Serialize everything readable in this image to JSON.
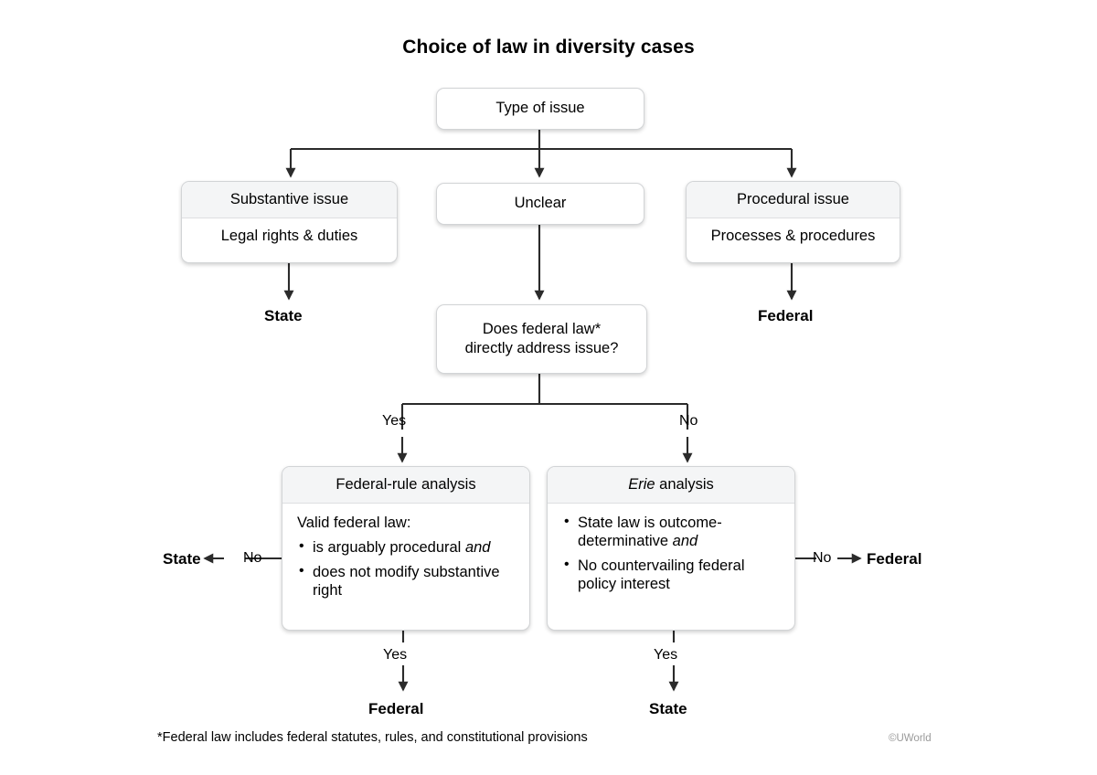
{
  "title": "Choice of law in diversity cases",
  "nodes": {
    "root": {
      "label": "Type of issue"
    },
    "substantive": {
      "header": "Substantive issue",
      "body": "Legal rights & duties"
    },
    "unclear": {
      "label": "Unclear"
    },
    "procedural": {
      "header": "Procedural issue",
      "body": "Processes & procedures"
    },
    "decision": {
      "line1": "Does federal law*",
      "line2": "directly address issue?"
    },
    "federal_rule": {
      "header": "Federal-rule analysis",
      "lead": "Valid federal law:",
      "bullets": [
        {
          "text": "is arguably procedural ",
          "emphasis": "and"
        },
        {
          "text": "does not modify substantive right",
          "emphasis": ""
        }
      ]
    },
    "erie": {
      "header_emphasis": "Erie",
      "header_rest": " analysis",
      "bullets": [
        {
          "text": "State law is outcome-determinative ",
          "emphasis": "and"
        },
        {
          "text": "No countervailing federal policy interest",
          "emphasis": ""
        }
      ]
    }
  },
  "edge_labels": {
    "decision_yes": "Yes",
    "decision_no": "No",
    "federal_rule_no": "No",
    "erie_no": "No",
    "federal_rule_yes": "Yes",
    "erie_yes": "Yes"
  },
  "outcomes": {
    "substantive_result": "State",
    "procedural_result": "Federal",
    "federal_rule_no_result": "State",
    "erie_no_result": "Federal",
    "federal_rule_yes_result": "Federal",
    "erie_yes_result": "State"
  },
  "footnote": "*Federal law includes federal statutes, rules, and constitutional provisions",
  "watermark": "©UWorld",
  "colors": {
    "background": "#ffffff",
    "box_border": "#d2d4d6",
    "box_header_fill": "#f4f5f6",
    "connector": "#2b2b2b",
    "text": "#000000",
    "watermark": "#9a9a9a"
  }
}
